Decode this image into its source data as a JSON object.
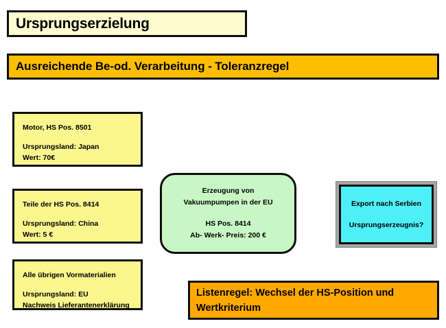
{
  "title": {
    "text": "Ursprungserzielung"
  },
  "header": {
    "text": "Ausreichende Be-od. Verarbeitung - Toleranzregel"
  },
  "materials": [
    {
      "name": "Motor, HS Pos. 8501",
      "origin": "Ursprungsland: Japan",
      "value": "Wert: 70€"
    },
    {
      "name": "Teile der HS Pos. 8414",
      "origin": "Ursprungsland: China",
      "value": "Wert: 5 €"
    },
    {
      "name": "Alle übrigen Vormaterialien",
      "origin": "Ursprungsland: EU",
      "value": "Nachweis Lieferantenerklärung"
    }
  ],
  "production": {
    "line1": "Erzeugung von",
    "line2": "Vakuumpumpen in der EU",
    "line3": "HS Pos. 8414",
    "line4": "Ab- Werk- Preis: 200 €"
  },
  "export": {
    "line1": "Export nach Serbien",
    "line2": "Ursprungserzeugnis?"
  },
  "rule": {
    "line1": "Listenregel: Wechsel der HS-Position und",
    "line2": "Wertkriterium"
  },
  "colors": {
    "title_fill": "#fdfbcf",
    "header_fill": "#ffbe00",
    "material_fill": "#fbf68d",
    "production_fill": "#c8f7c5",
    "export_fill": "#4ef0f7",
    "export_frame": "#a6a6a6",
    "rule_fill": "#ffa900",
    "border": "#0d0d0d"
  }
}
